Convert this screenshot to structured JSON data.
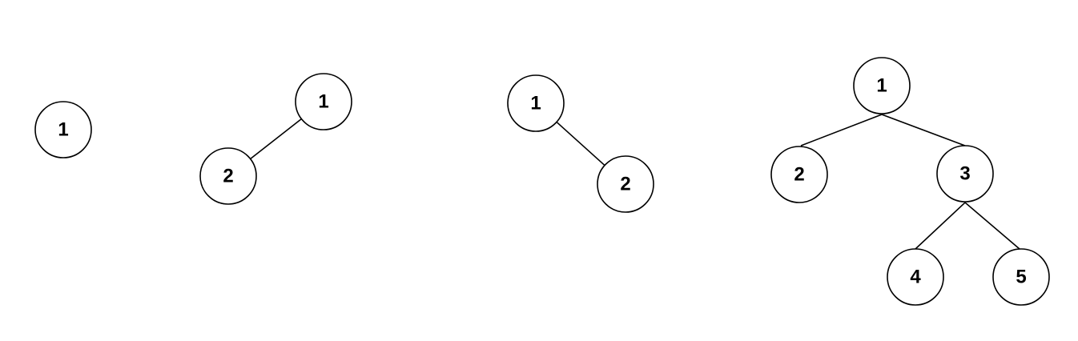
{
  "trees": [
    {
      "nodes": [
        {
          "id": "a1",
          "label": "1"
        }
      ],
      "edges": []
    },
    {
      "nodes": [
        {
          "id": "b1",
          "label": "1"
        },
        {
          "id": "b2",
          "label": "2"
        }
      ],
      "edges": [
        [
          "b1",
          "b2"
        ]
      ]
    },
    {
      "nodes": [
        {
          "id": "c1",
          "label": "1"
        },
        {
          "id": "c2",
          "label": "2"
        }
      ],
      "edges": [
        [
          "c1",
          "c2"
        ]
      ]
    },
    {
      "nodes": [
        {
          "id": "d1",
          "label": "1"
        },
        {
          "id": "d2",
          "label": "2"
        },
        {
          "id": "d3",
          "label": "3"
        },
        {
          "id": "d4",
          "label": "4"
        },
        {
          "id": "d5",
          "label": "5"
        }
      ],
      "edges": [
        [
          "d1",
          "d2"
        ],
        [
          "d1",
          "d3"
        ],
        [
          "d3",
          "d4"
        ],
        [
          "d3",
          "d5"
        ]
      ]
    }
  ]
}
